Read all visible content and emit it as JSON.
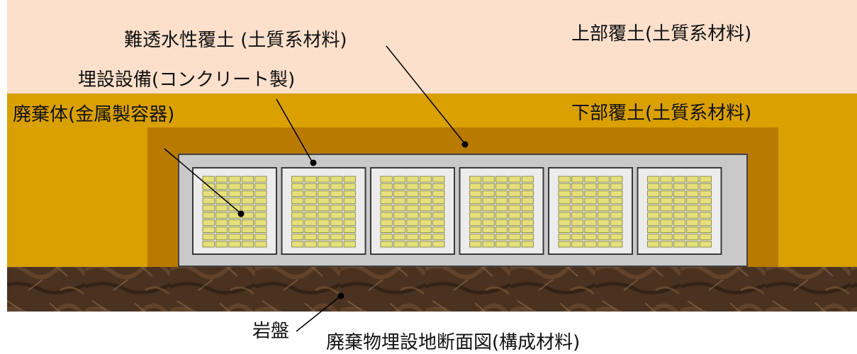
{
  "labels": {
    "upper_cover": "上部覆土(土質系材料)",
    "low_permeability_cover": "難透水性覆土 (土質系材料)",
    "burial_facility": "埋設設備(コンクリート製)",
    "lower_cover": "下部覆土(土質系材料)",
    "waste_package": "廃棄体(金属製容器)",
    "bedrock": "岩盤",
    "caption": "廃棄物埋設地断面図(構成材料)"
  },
  "colors": {
    "upper_cover": "#fce0cc",
    "lower_cover": "#d9a000",
    "low_permeability_cover": "#b87a00",
    "concrete_outer": "#c9c9c9",
    "cell_interior": "#ececec",
    "waste_drum": "#e6e07a",
    "waste_drum_edge": "#7a7a3a",
    "bedrock": "#4a3220",
    "leader_line": "#000000"
  },
  "structure": {
    "cell_count": 6,
    "drum_columns": 5,
    "drum_rows": 10
  }
}
